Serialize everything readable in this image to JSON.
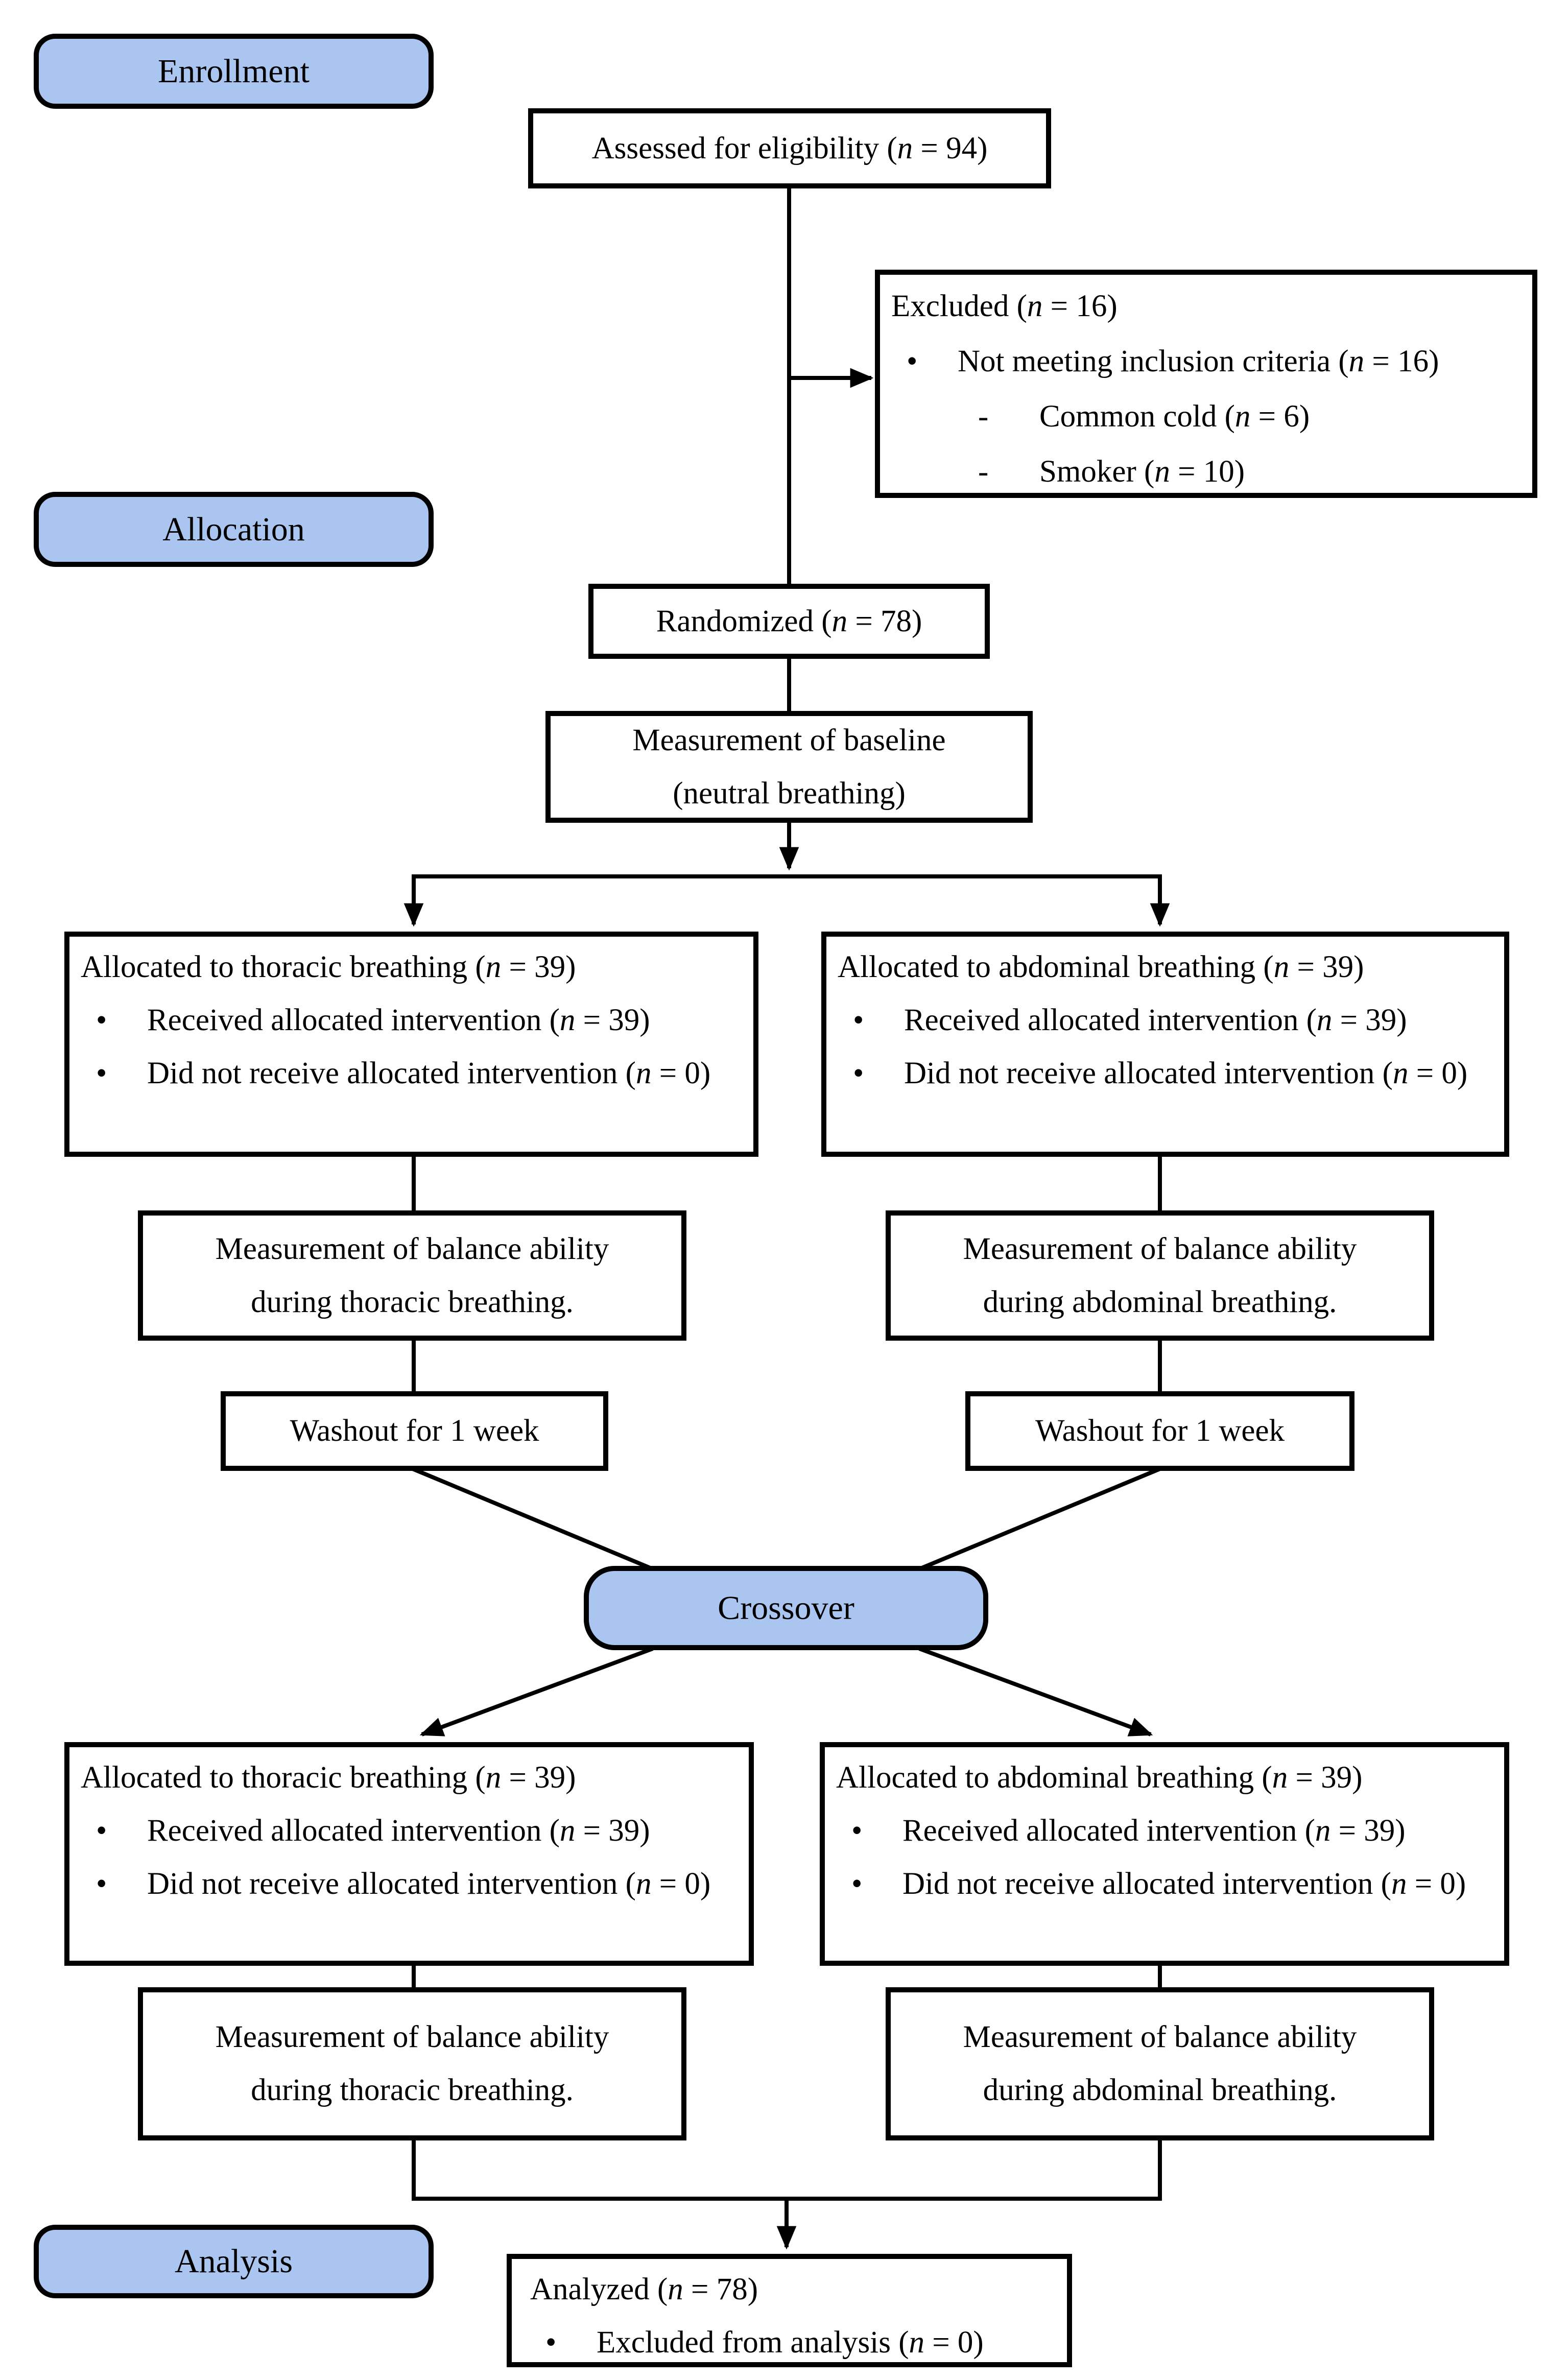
{
  "colors": {
    "badge_fill": "#aac5f0",
    "box_fill": "#ffffff",
    "line_color": "#000000"
  },
  "glyphs": {
    "bullet": "•",
    "dash": "-"
  },
  "badges": {
    "enrollment": "Enrollment",
    "allocation": "Allocation",
    "analysis": "Analysis",
    "crossover": "Crossover"
  },
  "boxes": {
    "assessed": {
      "text": "Assessed for eligibility (n = 94)"
    },
    "excluded": {
      "title": "Excluded (n = 16)",
      "bullet": "Not meeting inclusion criteria (n = 16)",
      "subs": [
        "Common cold (n = 6)",
        "Smoker (n = 10)"
      ]
    },
    "randomized": {
      "text": "Randomized (n = 78)"
    },
    "baseline": {
      "line1": "Measurement of baseline",
      "line2": "(neutral breathing)"
    },
    "round1": {
      "left": {
        "title": "Allocated to thoracic breathing (n = 39)",
        "bullets": [
          "Received allocated intervention (n = 39)",
          "Did not receive allocated intervention (n = 0)"
        ]
      },
      "right": {
        "title": "Allocated to abdominal breathing (n = 39)",
        "bullets": [
          "Received allocated intervention (n = 39)",
          "Did not receive allocated intervention (n = 0)"
        ]
      }
    },
    "measure1": {
      "left": {
        "line1": "Measurement of balance ability",
        "line2": "during thoracic breathing."
      },
      "right": {
        "line1": "Measurement of balance ability",
        "line2": "during abdominal breathing."
      }
    },
    "washout": {
      "left": "Washout for 1 week",
      "right": "Washout for 1 week"
    },
    "round2": {
      "left": {
        "title": "Allocated to thoracic breathing (n = 39)",
        "bullets": [
          "Received allocated intervention (n = 39)",
          "Did not receive allocated intervention (n = 0)"
        ]
      },
      "right": {
        "title": "Allocated to abdominal breathing (n = 39)",
        "bullets": [
          "Received allocated intervention (n = 39)",
          "Did not receive allocated intervention (n = 0)"
        ]
      }
    },
    "measure2": {
      "left": {
        "line1": "Measurement of balance ability",
        "line2": "during thoracic breathing."
      },
      "right": {
        "line1": "Measurement of balance ability",
        "line2": "during abdominal breathing."
      }
    },
    "analyzed": {
      "title": "Analyzed (n = 78)",
      "bullet": "Excluded from analysis (n = 0)"
    }
  }
}
